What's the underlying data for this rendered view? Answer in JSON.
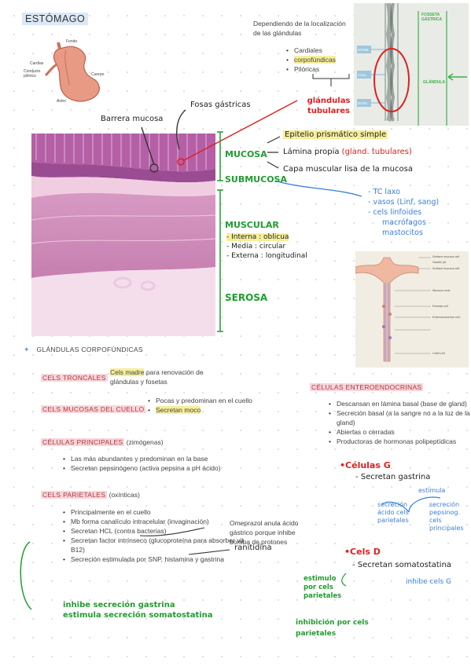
{
  "title": "ESTÓMAGO",
  "stomach_diagram": {
    "labels": [
      "Fondo",
      "Cardias",
      "Conducto pilórico",
      "Cuerpo",
      "Antro"
    ]
  },
  "location_note": {
    "text": "Dependiendo de la localización de las glándulas",
    "items": [
      "Cardiales",
      "corpofúndicas",
      "Pilóricas"
    ],
    "result": "glándulas tubulares"
  },
  "gland_image": {
    "labels": [
      "FOSSETA GÁSTRICA",
      "ISTME",
      "COLL",
      "BASE",
      "GLÁNDULA"
    ]
  },
  "histology": {
    "barrera": "Barrera mucosa",
    "fosas": "Fosas gástricas",
    "mucosa_label": "MUCOSA",
    "mucosa_items": [
      "Epitelio prismático simple",
      "Lámina propia",
      "(gland. tubulares)",
      "Capa muscular lisa de la mucosa"
    ],
    "submucosa_label": "SUBMUCOSA",
    "submucosa_items": [
      "- TC laxo",
      "- vasos (Linf, sang)",
      "- cels linfoides",
      "macrófagos",
      "mastocitos"
    ],
    "muscular_label": "MUSCULAR",
    "muscular_items": [
      "- Interna : oblicua",
      "- Media : circular",
      "- Externa : longitudinal"
    ],
    "serosa_label": "SEROSA"
  },
  "gland_diagram_labels": [
    "Surface mucous cell",
    "Gastric pit",
    "Surface mucous cell",
    "Mucous neck",
    "Parietal cell",
    "Enteroendocrine cell",
    "Chief cell"
  ],
  "corpofundic": {
    "heading": "GLÁNDULAS CORPOFÚNDICAS",
    "troncales": {
      "label": "CELS TRONCALES",
      "text_hl": "Cels madre",
      "text": " para renovación de glándulas y fosetas"
    },
    "mucosas": {
      "label": "CELS MUCOSAS DEL CUELLO",
      "items": [
        "Pocas y predominan en el cuello",
        "Secretan moco"
      ]
    },
    "principales": {
      "label": "CÉLULAS PRINCIPALES",
      "sub": "(zimógenas)",
      "items": [
        "Las más abundantes y predominan en la base",
        "Secretan pepsinógeno (activa pepsina a pH ácido)"
      ]
    },
    "parietales": {
      "label": "CELS PARIETALES",
      "sub": "(oxínticas)",
      "items": [
        "Principalmente en el cuello",
        "Mb forma canalículo intracelular (invaginación)",
        "Secretan HCL (contra bacterias)",
        "Secretan factor intrínseco (glucoproteína para absorber vit B12)",
        "Secreción estimulada por SNP, histamina y gastrina"
      ]
    },
    "omeprazol": "Omeprazol anula ácido gástrico porque inhibe bomba de protones",
    "ranitidina": "ranitidina",
    "inhibe_note": [
      "inhibe secreción gastrina",
      "estimula secreción somatostatina"
    ]
  },
  "enteroendocrinas": {
    "label": "CÉLULAS ENTEROENDOCRINAS",
    "items": [
      "Descansan en lámina basal (base de gland)",
      "Secreción basal (a la sangre no a la luz de la gland)",
      "Abiertas o cerradas",
      "Productoras de hormonas polipeptídicas"
    ],
    "cels_g": "•Células G",
    "g_secretan": "- Secretan gastrina",
    "estimula": "estimula",
    "g_targets": [
      "secreción ácido cels parietales",
      "secreción pepsinog. cels principales"
    ],
    "cels_d": "•Cels D",
    "d_secretan": "- Secretan somatostatina",
    "d_estimulo": "estimulo por cels parietales",
    "d_inhibe": "inhibe cels G",
    "inhibicion": "inhibición por cels parietales"
  }
}
